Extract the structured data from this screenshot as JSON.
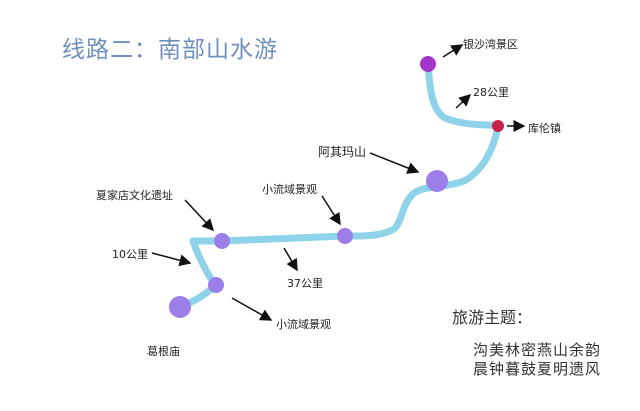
{
  "title": "线路二：南部山水游",
  "places": {
    "yinsha": "银沙湾景区",
    "kulun": "库伦镇",
    "aqima": "阿其玛山",
    "xiaoliu1": "小流域景观",
    "xiajia": "夏家店文化遗址",
    "xiaoliu2": "小流域景观",
    "gegen": "葛根庙"
  },
  "distances": {
    "d28": "28公里",
    "d37": "37公里",
    "d10": "10公里"
  },
  "theme": {
    "heading": "旅游主题：",
    "line1": "沟美林密燕山余韵",
    "line2": "晨钟暮鼓夏明遗风"
  },
  "colors": {
    "route": "#8fd3ea",
    "stop": "#9b7ee8",
    "start": "#a334cc",
    "town": "#c8204a",
    "title": "#6f8fbd"
  }
}
